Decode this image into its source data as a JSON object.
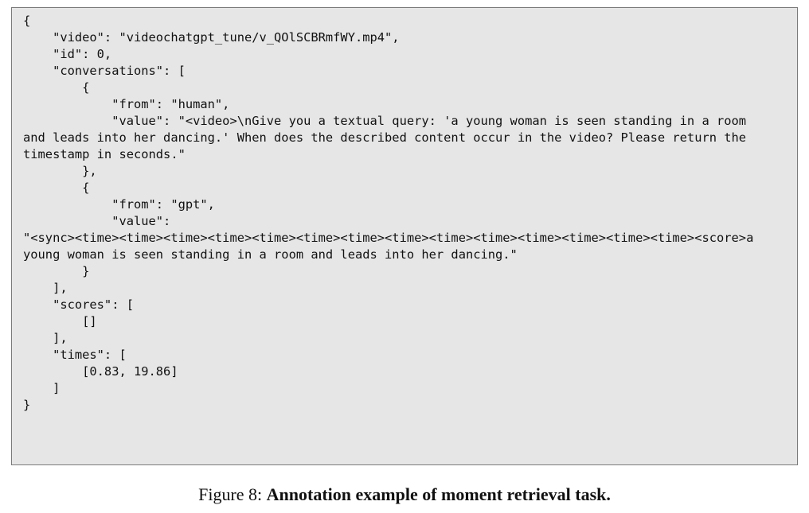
{
  "code_lines": [
    "{",
    "    \"video\": \"videochatgpt_tune/v_QOlSCBRmfWY.mp4\",",
    "    \"id\": 0,",
    "    \"conversations\": [",
    "        {",
    "            \"from\": \"human\",",
    "            \"value\": \"<video>\\nGive you a textual query: 'a young woman is seen standing in a room",
    "and leads into her dancing.' When does the described content occur in the video? Please return the",
    "timestamp in seconds.\"",
    "        },",
    "        {",
    "            \"from\": \"gpt\",",
    "            \"value\":",
    "\"<sync><time><time><time><time><time><time><time><time><time><time><time><time><time><time><score>a",
    "young woman is seen standing in a room and leads into her dancing.\"",
    "        }",
    "    ],",
    "    \"scores\": [",
    "        []",
    "    ],",
    "    \"times\": [",
    "        [0.83, 19.86]",
    "    ]",
    "}"
  ],
  "caption": {
    "label": "Figure 8: ",
    "title": "Annotation example of moment retrieval task."
  }
}
